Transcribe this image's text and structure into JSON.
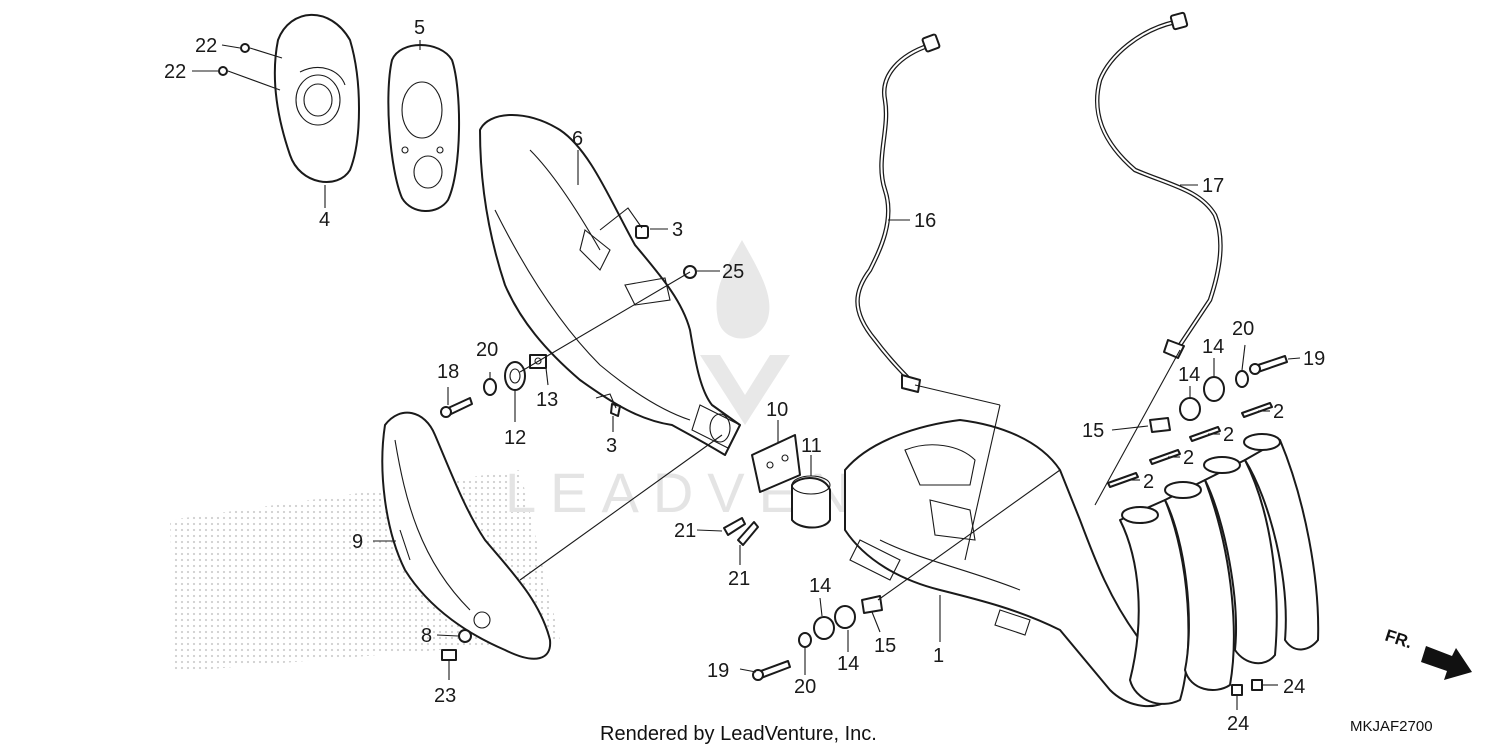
{
  "diagram": {
    "callouts": {
      "p22a": "22",
      "p22b": "22",
      "p5": "5",
      "p4": "4",
      "p6": "6",
      "p3a": "3",
      "p25": "25",
      "p20a": "20",
      "p18": "18",
      "p13": "13",
      "p12": "12",
      "p3b": "3",
      "p10": "10",
      "p11": "11",
      "p9": "9",
      "p21a": "21",
      "p21b": "21",
      "p8": "8",
      "p23": "23",
      "p16": "16",
      "p17": "17",
      "p20b": "20",
      "p19a": "19",
      "p14a": "14",
      "p14b": "14",
      "p15a": "15",
      "p2a": "2",
      "p2b": "2",
      "p2c": "2",
      "p2d": "2",
      "p14c": "14",
      "p14d": "14",
      "p15b": "15",
      "p1": "1",
      "p19b": "19",
      "p20c": "20",
      "p24a": "24",
      "p24b": "24"
    },
    "footer_text": "Rendered by LeadVenture, Inc.",
    "diagram_code": "MKJAF2700",
    "front_label": "FR.",
    "watermark_text": "LEADVENTURE",
    "colors": {
      "ink": "#1a1a1a",
      "watermark": "#e4e4e4",
      "dots": "#cfcfcf"
    }
  }
}
